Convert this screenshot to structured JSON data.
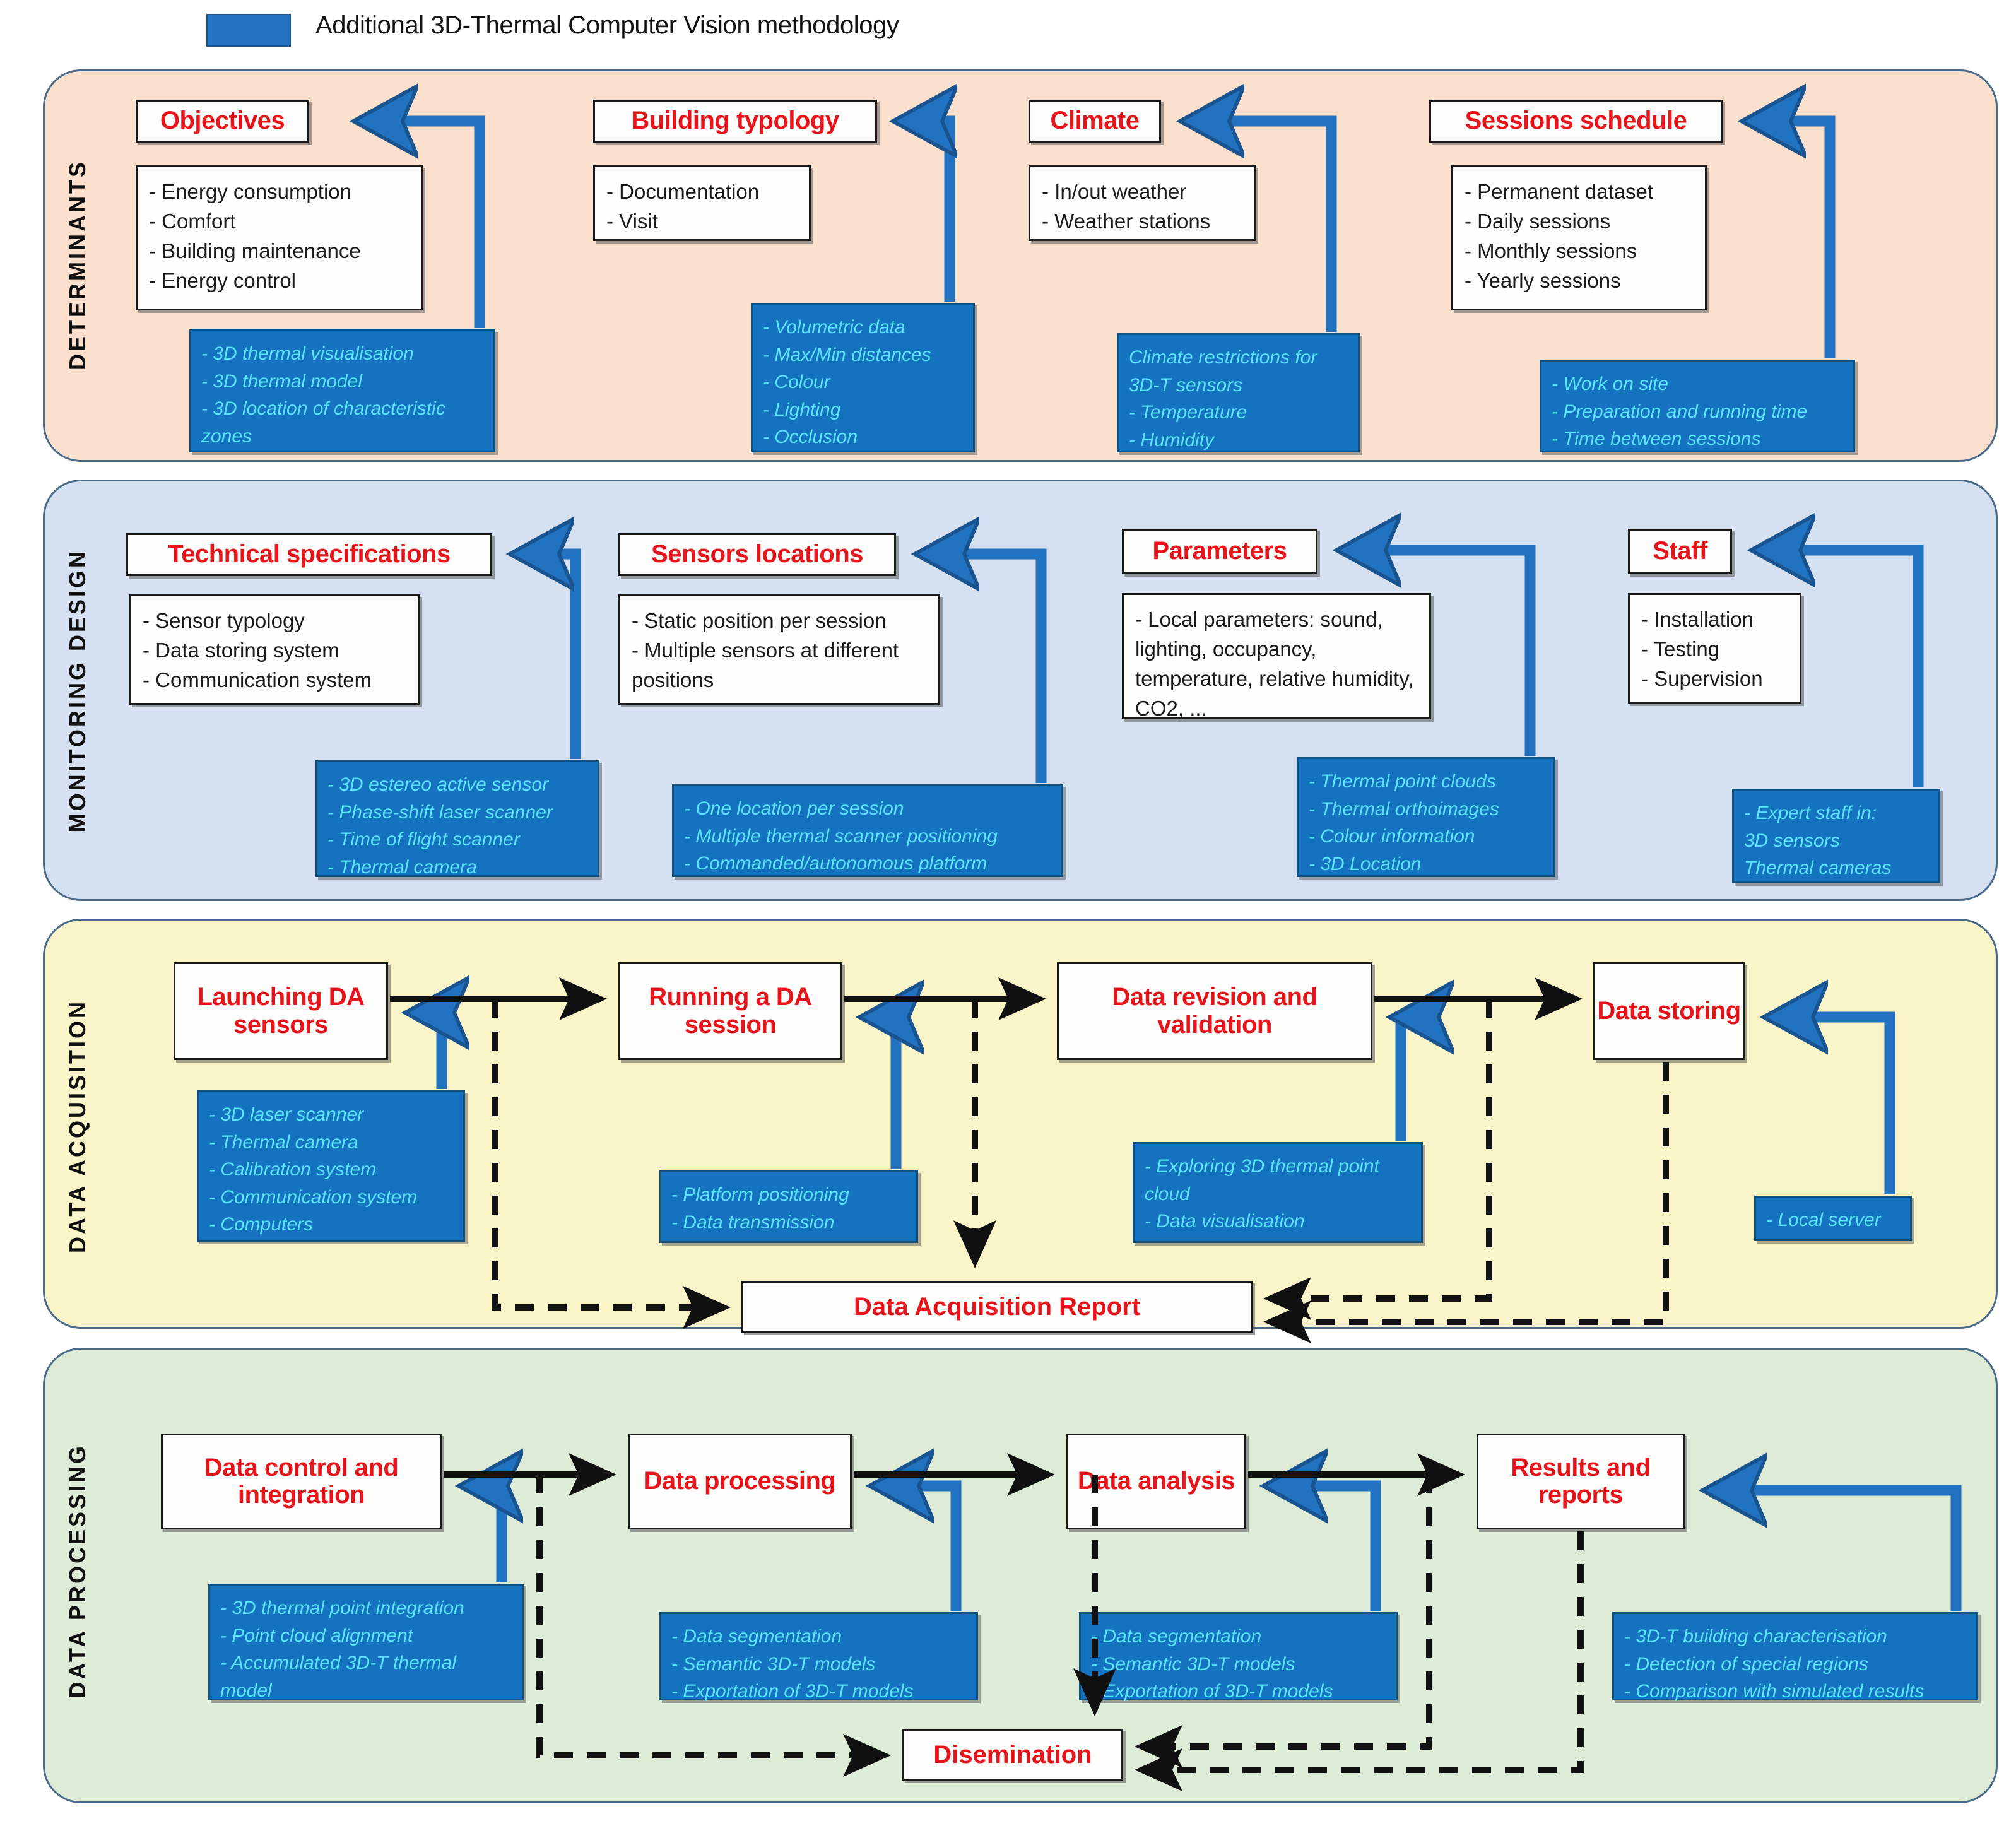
{
  "legend": {
    "swatch_color": "#2172C0",
    "label": "Additional 3D-Thermal Computer Vision methodology"
  },
  "colors": {
    "band_determinants": "#FCE0CE",
    "band_monitoring": "#D5E0F0",
    "band_acquisition": "#FAF5C8",
    "band_processing": "#DDEBD7",
    "title_red": "#E8141B",
    "note_blue_fill": "#1572BE",
    "note_blue_text": "#5CE4FF",
    "arrow_blue": "#2172C0",
    "band_border": "#4A6A8A"
  },
  "bands": [
    {
      "id": "determinants",
      "label": "DETERMINANTS",
      "columns": [
        {
          "title": "Objectives",
          "items": [
            "- Energy consumption",
            "- Comfort",
            "- Building maintenance",
            "- Energy control"
          ],
          "note": [
            "- 3D thermal visualisation",
            "- 3D thermal model",
            "- 3D location of characteristic zones"
          ]
        },
        {
          "title": "Building typology",
          "items": [
            "- Documentation",
            "- Visit"
          ],
          "note": [
            "- Volumetric data",
            "- Max/Min distances",
            "- Colour",
            " - Lighting",
            "- Occlusion"
          ]
        },
        {
          "title": "Climate",
          "items": [
            "- In/out weather",
            "- Weather stations"
          ],
          "note": [
            "Climate restrictions for 3D-T sensors",
            "- Temperature",
            "- Humidity"
          ]
        },
        {
          "title": "Sessions schedule",
          "items": [
            "- Permanent dataset",
            "- Daily sessions",
            "- Monthly sessions",
            "- Yearly sessions"
          ],
          "note": [
            "- Work on site",
            "- Preparation and running time",
            "- Time between sessions"
          ]
        }
      ]
    },
    {
      "id": "monitoring",
      "label": "MONITORING DESIGN",
      "columns": [
        {
          "title": "Technical specifications",
          "items": [
            "- Sensor typology",
            "- Data storing system",
            "- Communication system"
          ],
          "note": [
            "- 3D estereo active sensor",
            "- Phase-shift laser scanner",
            "- Time of flight scanner",
            "- Thermal camera"
          ]
        },
        {
          "title": "Sensors locations",
          "items": [
            "- Static position per session",
            "- Multiple sensors at different positions"
          ],
          "note": [
            "- One location per session",
            "- Multiple thermal scanner positioning",
            "- Commanded/autonomous platform"
          ]
        },
        {
          "title": "Parameters",
          "items": [
            "- Local parameters: sound, lighting, occupancy, temperature, relative humidity, CO2, ..."
          ],
          "note": [
            "- Thermal point clouds",
            "- Thermal orthoimages",
            "- Colour information",
            "- 3D Location"
          ]
        },
        {
          "title": "Staff",
          "items": [
            "- Installation",
            "- Testing",
            "- Supervision"
          ],
          "note": [
            "- Expert staff in:",
            "3D sensors",
            "Thermal cameras"
          ]
        }
      ]
    },
    {
      "id": "acquisition",
      "label": "DATA ACQUISITION",
      "report": "Data Acquisition Report",
      "columns": [
        {
          "title": "Launching DA sensors",
          "note": [
            "- 3D laser scanner",
            "- Thermal camera",
            "- Calibration system",
            "- Communication system",
            "- Computers"
          ]
        },
        {
          "title": "Running a DA session",
          "note": [
            "- Platform positioning",
            "- Data transmission"
          ]
        },
        {
          "title": "Data revision and validation",
          "note": [
            "- Exploring 3D thermal point cloud",
            "- Data visualisation"
          ]
        },
        {
          "title": "Data storing",
          "note": [
            "- Local server"
          ]
        }
      ]
    },
    {
      "id": "processing",
      "label": "DATA PROCESSING",
      "report": "Disemination",
      "columns": [
        {
          "title": "Data control and integration",
          "note": [
            "- 3D thermal point integration",
            "- Point cloud alignment",
            "- Accumulated 3D-T thermal model"
          ]
        },
        {
          "title": "Data processing",
          "note": [
            "- Data segmentation",
            "- Semantic 3D-T models",
            "- Exportation of 3D-T models"
          ]
        },
        {
          "title": "Data analysis",
          "note": [
            "- Data segmentation",
            "- Semantic 3D-T models",
            "- Exportation of 3D-T models"
          ]
        },
        {
          "title": "Results and reports",
          "note": [
            "- 3D-T building characterisation",
            "- Detection of special regions",
            "- Comparison with simulated results"
          ]
        }
      ]
    }
  ]
}
